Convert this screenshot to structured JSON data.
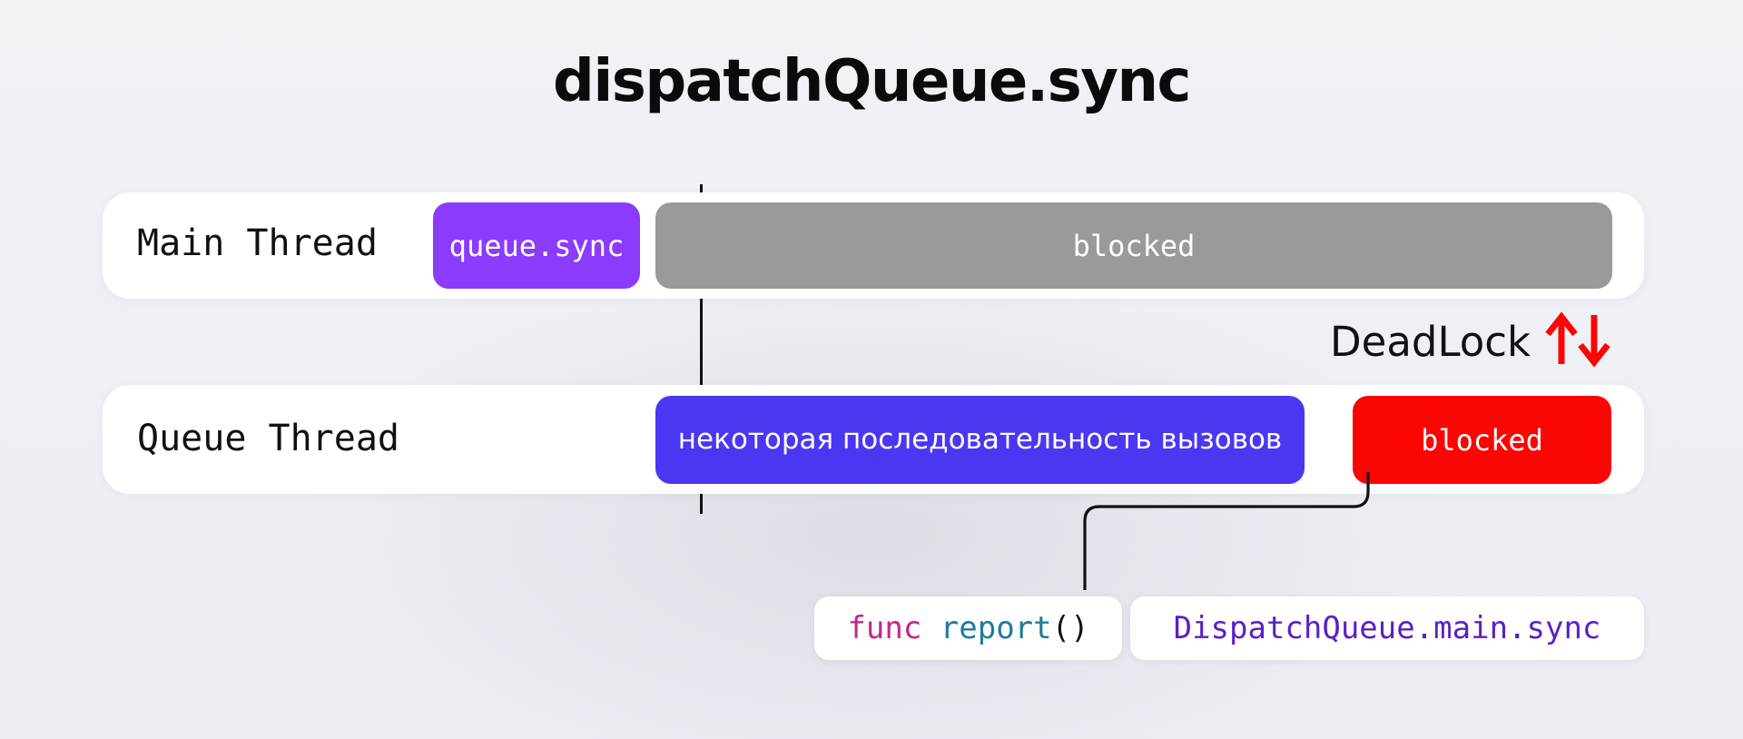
{
  "title": "dispatchQueue.sync",
  "colors": {
    "background": "#EFF0F5",
    "card": "#FFFFFF",
    "purple_sync": "#8B3BFB",
    "gray_blocked": "#9A9A9C",
    "blue_sequence": "#4A37F2",
    "red_blocked": "#FB0505",
    "deadlock_arrow": "#FB0505",
    "divider": "#111114",
    "keyword_magenta": "#C2268C",
    "identifier_teal": "#1B7B9D",
    "dispatch_purple": "#5B1FC4"
  },
  "lanes": [
    {
      "id": "main-thread",
      "label": "Main Thread",
      "bars": [
        {
          "id": "queue-sync",
          "label": "queue.sync",
          "state": "running"
        },
        {
          "id": "blocked-main",
          "label": "blocked",
          "state": "blocked"
        }
      ]
    },
    {
      "id": "queue-thread",
      "label": "Queue Thread",
      "bars": [
        {
          "id": "call-sequence",
          "label": "некоторая последовательность вызовов",
          "state": "running"
        },
        {
          "id": "blocked-queue",
          "label": "blocked",
          "state": "blocked"
        }
      ]
    }
  ],
  "annotation": {
    "deadlock_label": "DeadLock",
    "arrows_icon": "up-down-arrows-icon"
  },
  "code_chips": [
    {
      "id": "func-report",
      "tokens": [
        {
          "text": "func",
          "role": "keyword"
        },
        {
          "text": " ",
          "role": "space"
        },
        {
          "text": "report",
          "role": "identifier"
        },
        {
          "text": "()",
          "role": "punctuation"
        }
      ],
      "plain": "func report()"
    },
    {
      "id": "dispatchqueue-main-sync",
      "plain": "DispatchQueue.main.sync"
    }
  ]
}
